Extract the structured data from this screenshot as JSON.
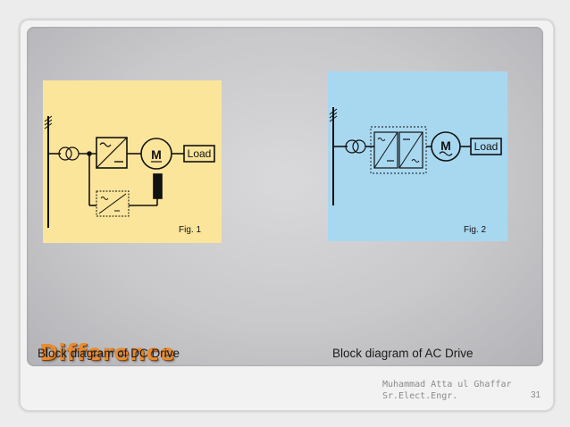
{
  "slide": {
    "title": "Difference",
    "page_number": "31",
    "author": "Muhammad Atta ul Ghaffar",
    "role": "Sr.Elect.Engr."
  },
  "figures": [
    {
      "background": "#fbe59a",
      "motor_label": "M",
      "load_label": "Load",
      "fig_label": "Fig. 1",
      "caption": "Block diagram of DC Drive"
    },
    {
      "background": "#a8d8f0",
      "motor_label": "M",
      "load_label": "Load",
      "fig_label": "Fig. 2",
      "caption": "Block diagram of AC Drive"
    }
  ]
}
